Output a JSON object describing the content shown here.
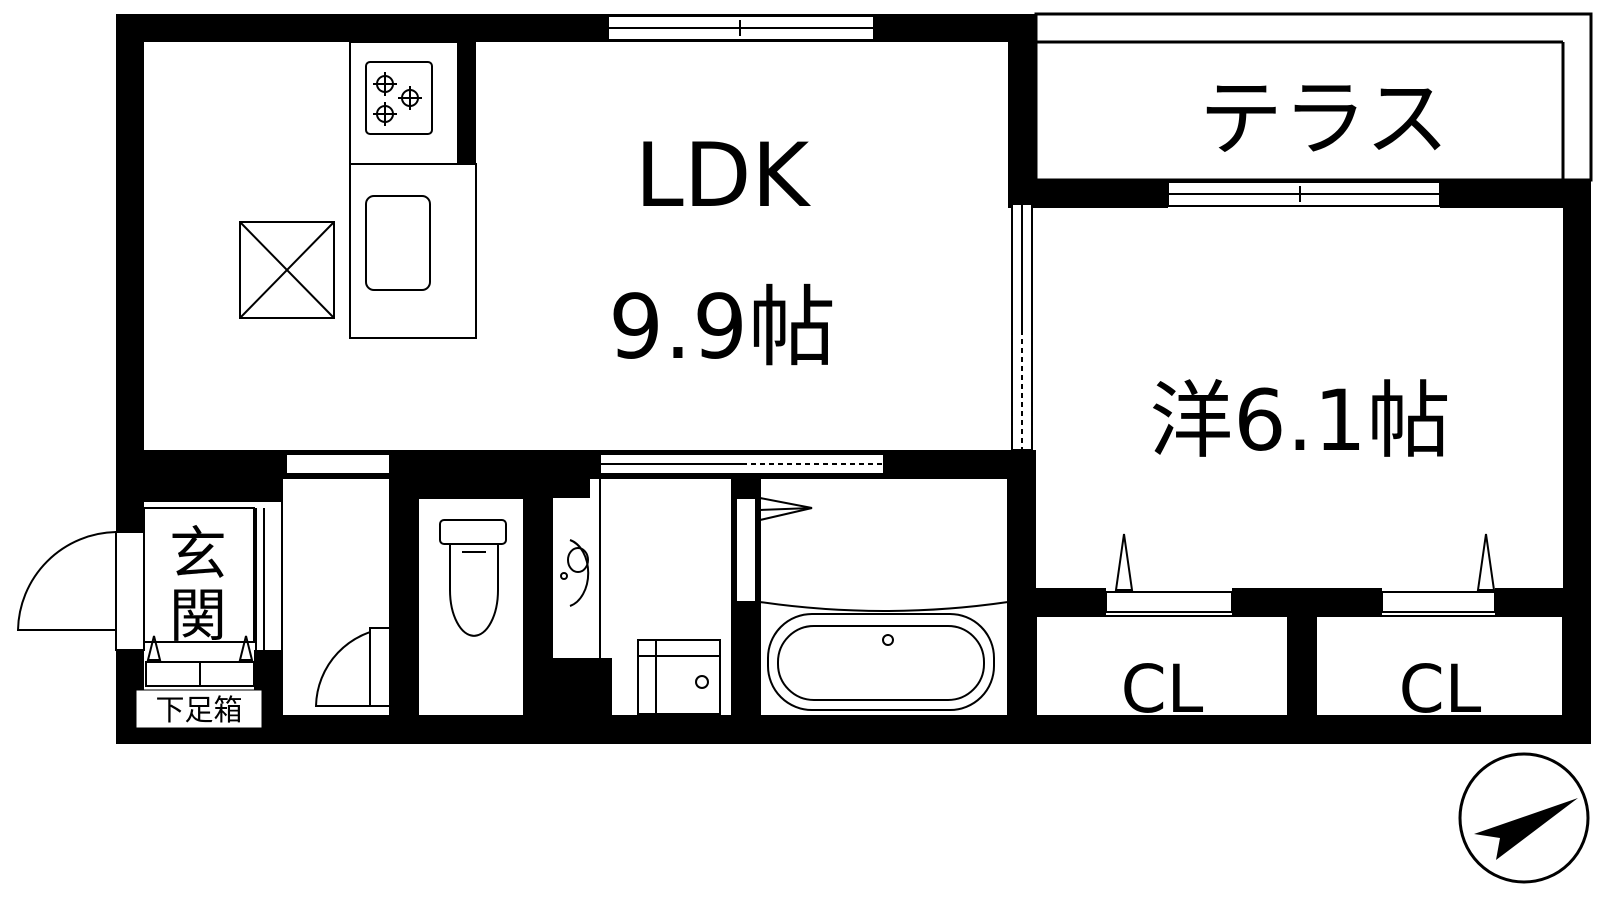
{
  "colors": {
    "wall": "#000000",
    "background": "#ffffff"
  },
  "rooms": {
    "ldk": {
      "name": "LDK",
      "size": "9.9帖"
    },
    "terrace": {
      "name": "テラス"
    },
    "western": {
      "label": "洋6.1帖"
    },
    "closet_left": {
      "name": "CL"
    },
    "closet_right": {
      "name": "CL"
    },
    "entrance": {
      "line1": "玄",
      "line2": "関"
    },
    "shoe_box": {
      "label": "下足箱"
    }
  },
  "icons": {
    "compass": "north-arrow-icon",
    "stove": "gas-stove-icon",
    "sink": "kitchen-sink-icon",
    "toilet": "toilet-icon",
    "bath": "bathtub-icon",
    "washbasin": "washbasin-icon",
    "washer": "washing-machine-pan-icon"
  }
}
